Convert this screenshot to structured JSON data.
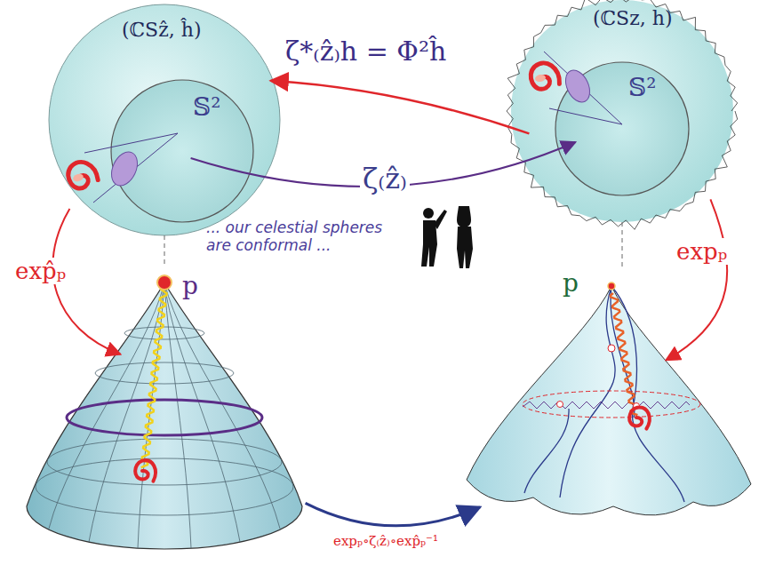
{
  "diagram": {
    "nodes": [
      {
        "text": [
          "(ℂSẑ, ĥ)"
        ]
      },
      {
        "text": [
          "𝕊²"
        ],
        "in": 0
      },
      {
        "text": [
          "(ℂSz, h)"
        ]
      },
      {
        "text": [
          "𝕊²"
        ],
        "in": 2
      },
      {
        "text": [
          "p"
        ]
      },
      {
        "text": [
          "p"
        ]
      }
    ],
    "edges": [
      {
        "from": 2,
        "to": 0,
        "arrow": "to",
        "label": "ζ*₍ẑ₎h = Φ²ĥ"
      },
      {
        "from": 1,
        "to": 3,
        "arrow": "to",
        "label": "ζ₍ẑ₎"
      },
      {
        "from": 0,
        "to": 4,
        "arrow": "to",
        "label": "exp̂ₚ"
      },
      {
        "from": 2,
        "to": 5,
        "arrow": "to",
        "label": "expₚ"
      },
      {
        "from": 4,
        "to": 5,
        "arrow": "to",
        "label": "expₚ∘ζ₍ẑ₎∘exp̂ₚ⁻¹"
      }
    ],
    "labels": [
      "... our celestial spheres are conformal ..."
    ]
  }
}
